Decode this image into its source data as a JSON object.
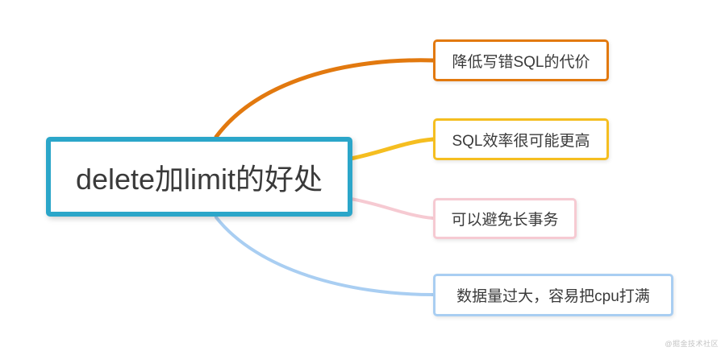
{
  "diagram": {
    "type": "mindmap",
    "root": {
      "label": "delete加limit的好处",
      "border_color": "#2BA6C9"
    },
    "branches": [
      {
        "label": "降低写错SQL的代价",
        "color": "#E2790F"
      },
      {
        "label": "SQL效率很可能更高",
        "color": "#F5BE20"
      },
      {
        "label": "可以避免长事务",
        "color": "#F6CAD2"
      },
      {
        "label": "数据量过大，容易把cpu打满",
        "color": "#A9CEF2"
      }
    ]
  },
  "watermark": "@掘金技术社区"
}
